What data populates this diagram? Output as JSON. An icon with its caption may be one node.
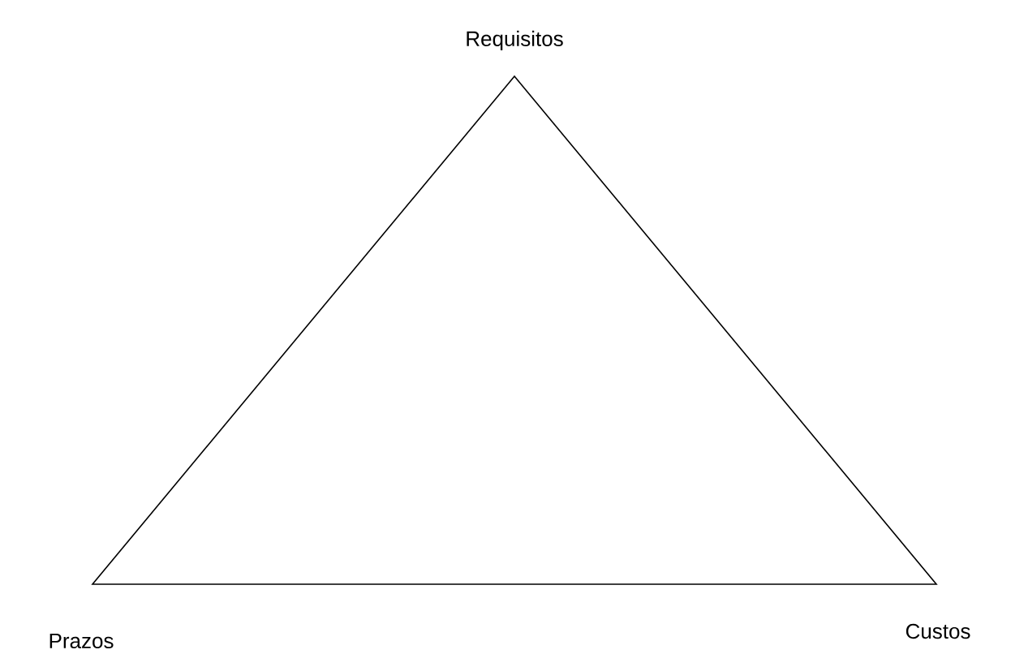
{
  "diagram": {
    "labels": [
      "Requisitos",
      "Prazos",
      "Custos"
    ]
  }
}
